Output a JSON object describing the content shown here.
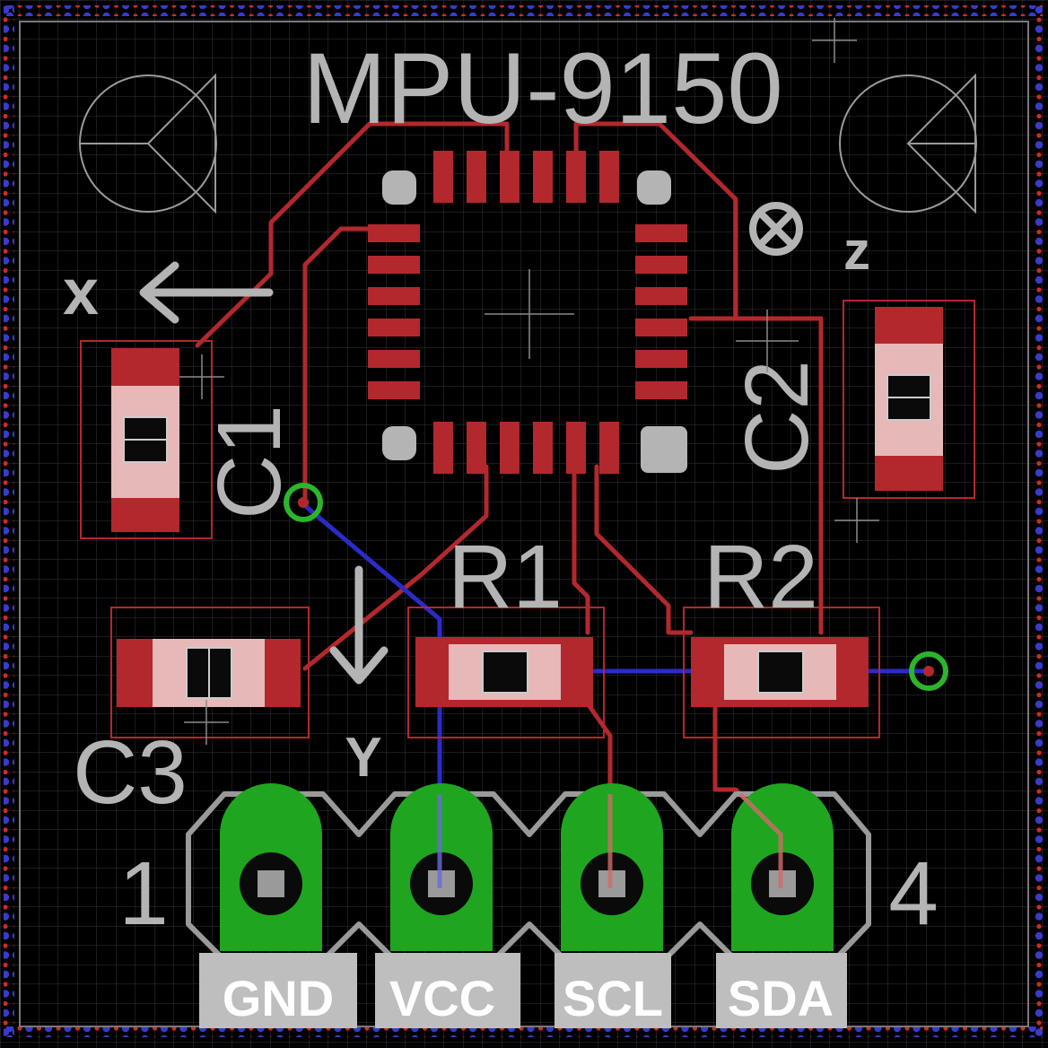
{
  "board": {
    "title": "MPU-9150",
    "colors": {
      "background": "#000000",
      "grid": "#3a3a44",
      "top_copper": "#b3282d",
      "bottom_copper": "#2b2bc8",
      "silkscreen": "#b4b4b4",
      "pad_copper": "#1fa51f",
      "via_ring": "#2bb52b",
      "outline_dot_red": "#d02a2a",
      "outline_dot_blue": "#3a3acc"
    }
  },
  "components": {
    "c1": "C1",
    "c2": "C2",
    "c3": "C3",
    "r1": "R1",
    "r2": "R2"
  },
  "axes": {
    "x": "x",
    "y": "Y",
    "z": "z"
  },
  "header": {
    "pin1_number": "1",
    "pin4_number": "4",
    "pins": [
      {
        "label": "GND"
      },
      {
        "label": "VCC"
      },
      {
        "label": "SCL"
      },
      {
        "label": "SDA"
      }
    ]
  }
}
